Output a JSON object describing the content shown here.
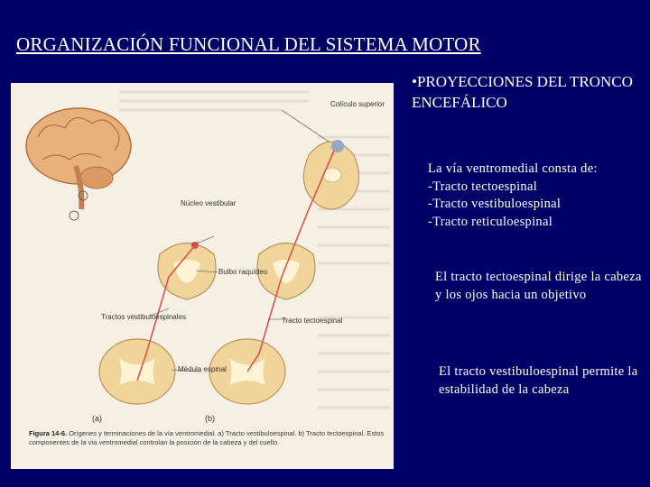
{
  "slide": {
    "title": "ORGANIZACIÓN FUNCIONAL DEL SISTEMA MOTOR",
    "bullet": "•PROYECCIONES DEL TRONCO ENCEFÁLICO",
    "paragraph1": {
      "lead": "La vía ventromedial consta de:",
      "items": [
        "-Tracto tectoespinal",
        "-Tracto vestibuloespinal",
        "-Tracto reticuloespinal"
      ]
    },
    "paragraph2": "El tracto tectoespinal dirige la cabeza y los ojos hacia un objetivo",
    "paragraph3": "El tracto vestibuloespinal permite la estabilidad de la cabeza"
  },
  "figure": {
    "labels": {
      "colliculus": "Colículo superior",
      "vestibular_nucleus": "Núcleo vestibular",
      "medulla": "Bulbo raquídeo",
      "vestibulospinal": "Tractos vestibuloespinales",
      "tectospinal": "Tracto tectoespinal",
      "spinal_cord": "Médula espinal",
      "panel_a": "(a)",
      "panel_b": "(b)"
    },
    "caption_bold": "Figura 14-6.",
    "caption_text": "Orígenes y terminaciones de la vía ventromedial. a) Tracto vestibuloespinal. b) Tracto tectoespinal. Estos componentes de la vía ventromedial controlan la posición de la cabeza y del cuello."
  },
  "colors": {
    "background": "#000066",
    "text": "#ffffff",
    "pathway": "#d9534f"
  }
}
